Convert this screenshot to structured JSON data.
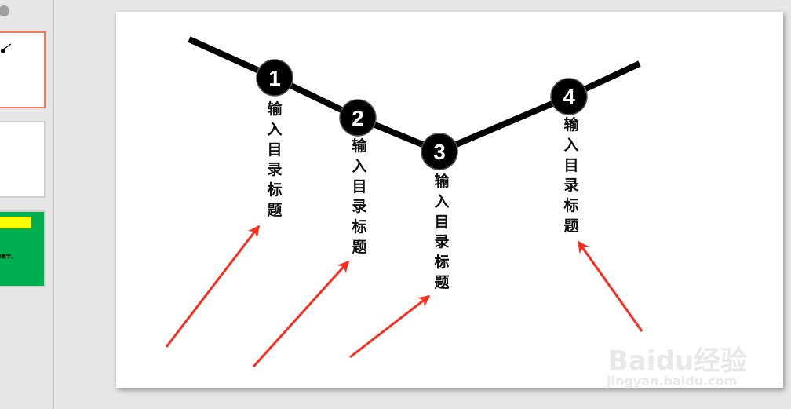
{
  "thumbnails": [
    {
      "state": "selected",
      "border": "#f47a5a"
    },
    {
      "state": "normal"
    },
    {
      "state": "normal",
      "background": "#00b050",
      "banner": "#ffff00",
      "text": "录数字。"
    }
  ],
  "slide": {
    "markers": [
      {
        "number": "1",
        "title": "输入目录标题"
      },
      {
        "number": "2",
        "title": "输入目录标题"
      },
      {
        "number": "3",
        "title": "输入目录标题"
      },
      {
        "number": "4",
        "title": "输入目录标题"
      }
    ],
    "line_color": "#000000",
    "arrow_color": "#ff2a1a"
  },
  "watermark": {
    "brand": "Baidu经验",
    "url": "jingyan.baidu.com"
  }
}
